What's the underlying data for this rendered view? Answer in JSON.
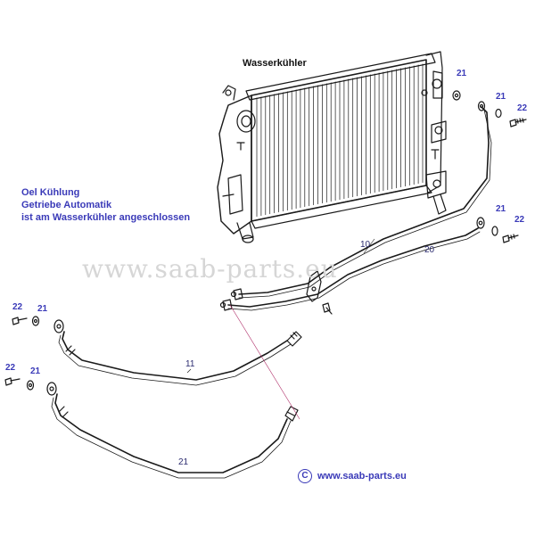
{
  "diagram": {
    "title": "Wasserkühler",
    "note_lines": [
      "Oel Kühlung",
      "Getriebe Automatik",
      "ist am Wasserkühler angeschlossen"
    ],
    "watermark": "www.saab-parts.eu",
    "copyright_symbol": "C",
    "copyright_text": "www.saab-parts.eu",
    "part_numbers": {
      "radiator_top_seal": "21",
      "radiator_top_washer": "21",
      "radiator_top_bolt": "22",
      "radiator_low_washer": "21",
      "radiator_low_bolt": "22",
      "line_10": "10",
      "line_20": "20",
      "hose_11": "11",
      "hose_11_bolt": "22",
      "hose_11_washer": "21",
      "hose_21_bolt": "22",
      "hose_21_washer": "21",
      "hose_21": "21"
    }
  },
  "colors": {
    "line": "#1a1a1a",
    "label_blue": "#3a3ab8",
    "label_dark": "#2c2c70",
    "leader": "#b0306a",
    "watermark": "#d6d6d6"
  }
}
